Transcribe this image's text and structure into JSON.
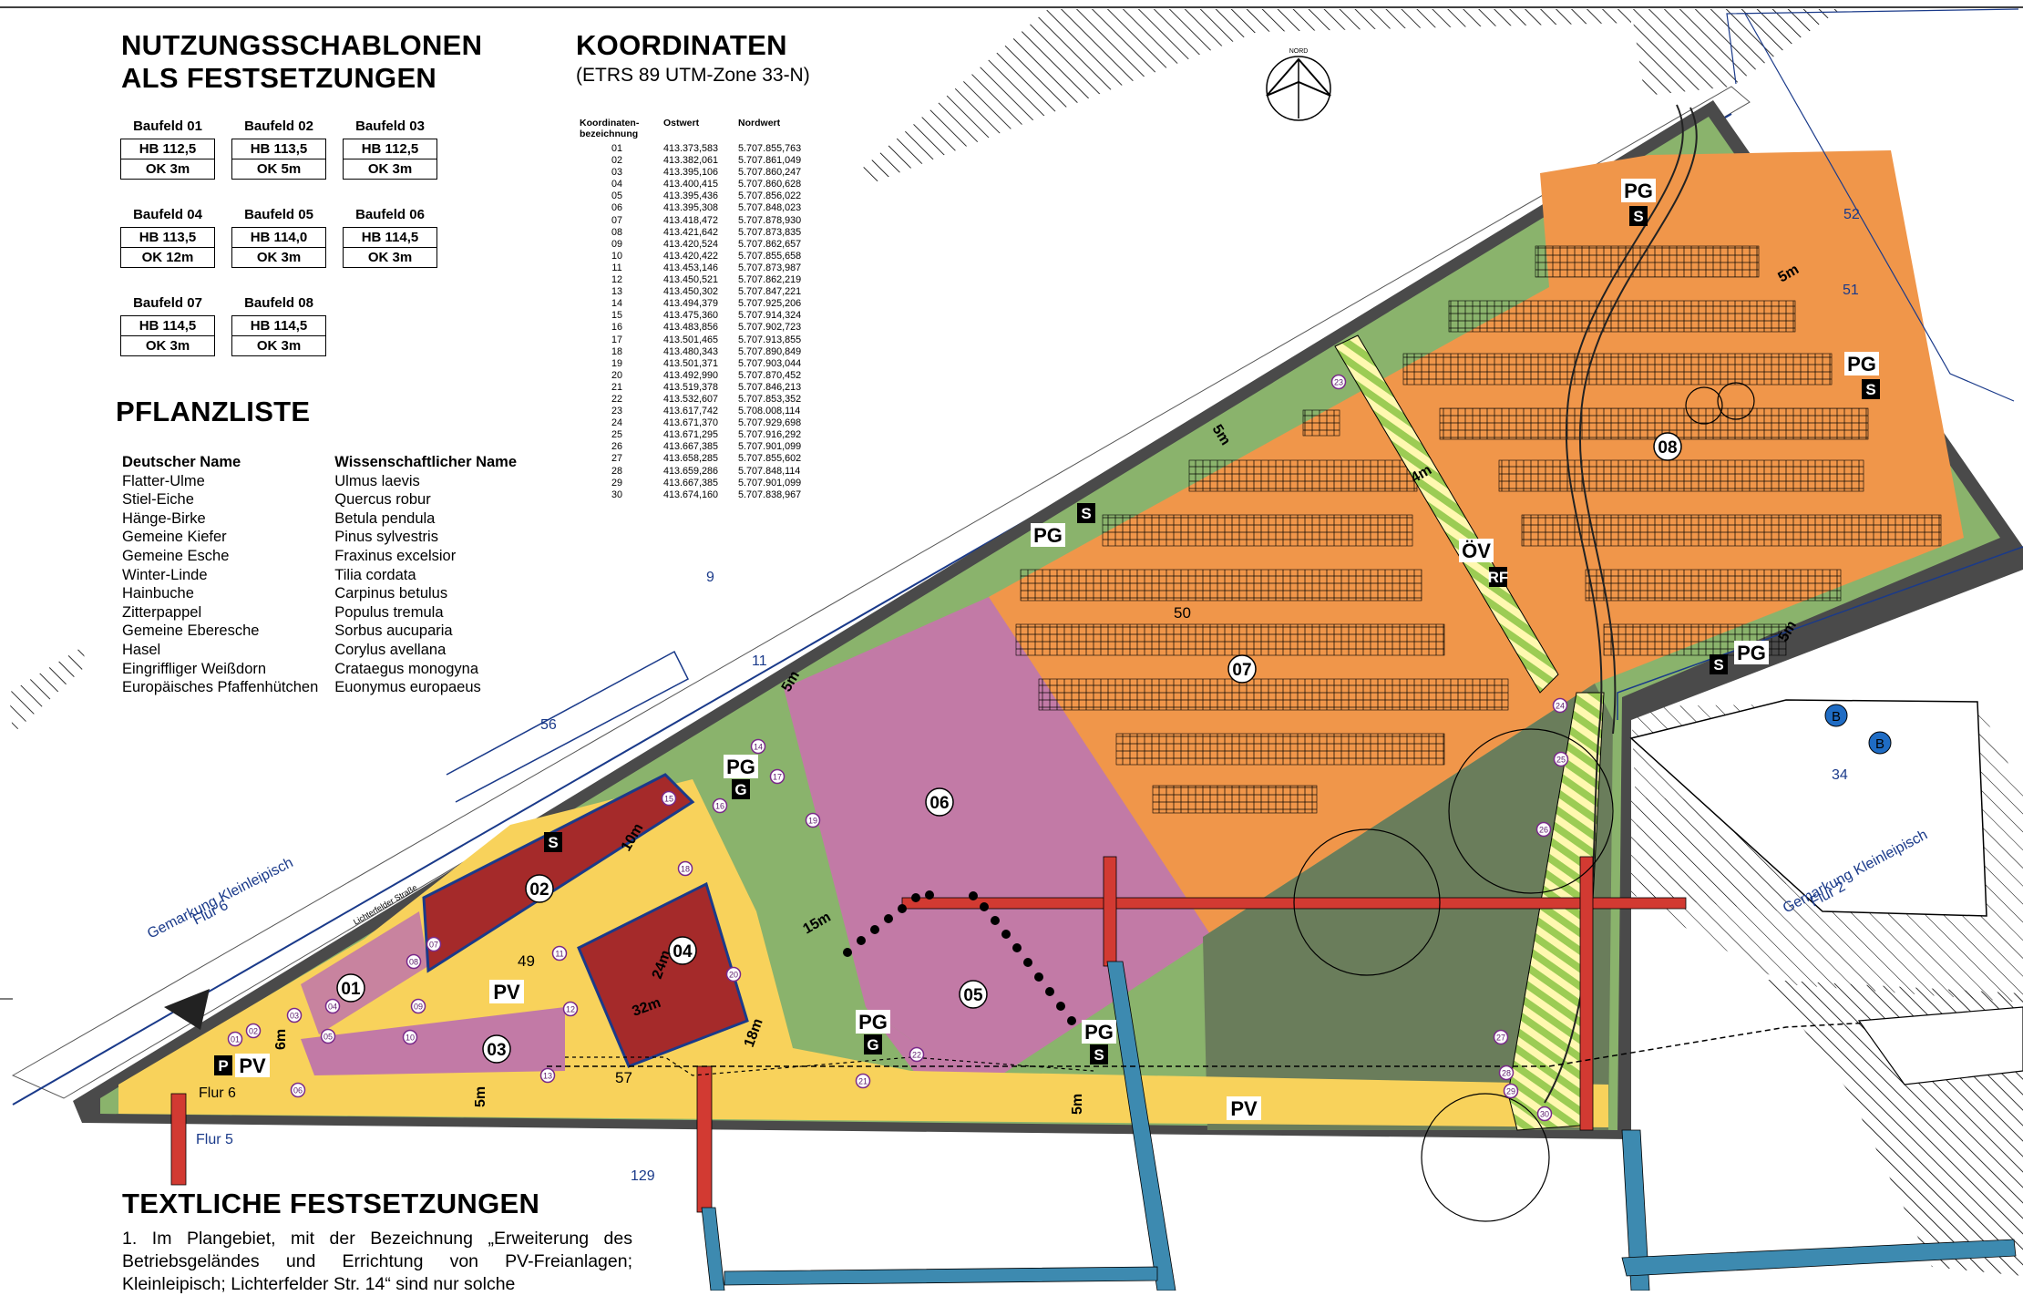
{
  "headings": {
    "nutzung_line1": "NUTZUNGSSCHABLONEN",
    "nutzung_line2": "ALS FESTSETZUNGEN",
    "koordinaten": "KOORDINATEN",
    "koordinaten_sub": "(ETRS 89 UTM-Zone 33-N)",
    "pflanzliste": "PFLANZLISTE",
    "textliche": "TEXTLICHE FESTSETZUNGEN"
  },
  "baufelder": [
    {
      "title": "Baufeld 01",
      "hb": "HB 112,5",
      "ok": "OK 3m"
    },
    {
      "title": "Baufeld 02",
      "hb": "HB 113,5",
      "ok": "OK 5m"
    },
    {
      "title": "Baufeld 03",
      "hb": "HB 112,5",
      "ok": "OK 3m"
    },
    {
      "title": "Baufeld 04",
      "hb": "HB 113,5",
      "ok": "OK 12m"
    },
    {
      "title": "Baufeld 05",
      "hb": "HB 114,0",
      "ok": "OK 3m"
    },
    {
      "title": "Baufeld 06",
      "hb": "HB 114,5",
      "ok": "OK 3m"
    },
    {
      "title": "Baufeld 07",
      "hb": "HB 114,5",
      "ok": "OK 3m"
    },
    {
      "title": "Baufeld 08",
      "hb": "HB 114,5",
      "ok": "OK 3m"
    }
  ],
  "koordinaten": {
    "headers": [
      "Koordinaten-\nbezeichnung",
      "Ostwert",
      "Nordwert"
    ],
    "rows": [
      [
        "01",
        "413.373,583",
        "5.707.855,763"
      ],
      [
        "02",
        "413.382,061",
        "5.707.861,049"
      ],
      [
        "03",
        "413.395,106",
        "5.707.860,247"
      ],
      [
        "04",
        "413.400,415",
        "5.707.860,628"
      ],
      [
        "05",
        "413.395,436",
        "5.707.856,022"
      ],
      [
        "06",
        "413.395,308",
        "5.707.848,023"
      ],
      [
        "07",
        "413.418,472",
        "5.707.878,930"
      ],
      [
        "08",
        "413.421,642",
        "5.707.873,835"
      ],
      [
        "09",
        "413.420,524",
        "5.707.862,657"
      ],
      [
        "10",
        "413.420,422",
        "5.707.855,658"
      ],
      [
        "11",
        "413.453,146",
        "5.707.873,987"
      ],
      [
        "12",
        "413.450,521",
        "5.707.862,219"
      ],
      [
        "13",
        "413.450,302",
        "5.707.847,221"
      ],
      [
        "14",
        "413.494,379",
        "5.707.925,206"
      ],
      [
        "15",
        "413.475,360",
        "5.707.914,324"
      ],
      [
        "16",
        "413.483,856",
        "5.707.902,723"
      ],
      [
        "17",
        "413.501,465",
        "5.707.913,855"
      ],
      [
        "18",
        "413.480,343",
        "5.707.890,849"
      ],
      [
        "19",
        "413.501,371",
        "5.707.903,044"
      ],
      [
        "20",
        "413.492,990",
        "5.707.870,452"
      ],
      [
        "21",
        "413.519,378",
        "5.707.846,213"
      ],
      [
        "22",
        "413.532,607",
        "5.707.853,352"
      ],
      [
        "23",
        "413.617,742",
        "5.708.008,114"
      ],
      [
        "24",
        "413.671,370",
        "5.707.929,698"
      ],
      [
        "25",
        "413.671,295",
        "5.707.916,292"
      ],
      [
        "26",
        "413.667,385",
        "5.707.901,099"
      ],
      [
        "27",
        "413.658,285",
        "5.707.855,602"
      ],
      [
        "28",
        "413.659,286",
        "5.707.848,114"
      ],
      [
        "29",
        "413.667,385",
        "5.707.901,099"
      ],
      [
        "30",
        "413.674,160",
        "5.707.838,967"
      ]
    ]
  },
  "pflanzliste": {
    "header_de": "Deutscher Name",
    "header_lat": "Wissenschaftlicher Name",
    "rows": [
      [
        "Flatter-Ulme",
        "Ulmus laevis"
      ],
      [
        "Stiel-Eiche",
        "Quercus robur"
      ],
      [
        "Hänge-Birke",
        "Betula pendula"
      ],
      [
        "Gemeine Kiefer",
        "Pinus sylvestris"
      ],
      [
        "Gemeine Esche",
        "Fraxinus excelsior"
      ],
      [
        "Winter-Linde",
        "Tilia cordata"
      ],
      [
        "Hainbuche",
        "Carpinus betulus"
      ],
      [
        "Zitterpappel",
        "Populus tremula"
      ],
      [
        "Gemeine Eberesche",
        "Sorbus aucuparia"
      ],
      [
        "Hasel",
        "Corylus avellana"
      ],
      [
        "Eingriffliger Weißdorn",
        "Crataegus monogyna"
      ],
      [
        "Europäisches Pfaffenhütchen",
        "Euonymus europaeus"
      ]
    ]
  },
  "textliche_para": "1.  Im Plangebiet, mit der Bezeichnung „Erweiterung des Betriebsgeländes und Errichtung von PV-Freianlagen; Kleinleipisch; Lichterfelder Str. 14“ sind nur solche",
  "map_labels": {
    "north": "NORD",
    "gemarkung_left_1": "Gemarkung Kleinleipisch",
    "gemarkung_left_2": "Flur 6",
    "gemarkung_right_1": "Gemarkung Kleinleipisch",
    "gemarkung_right_2": "Flur 2",
    "flur6": "Flur 6",
    "flur5": "Flur 5",
    "street": "Lichterfelder Straße",
    "parcels": [
      "9",
      "11",
      "50",
      "56",
      "49",
      "57",
      "129",
      "34",
      "51",
      "52"
    ],
    "fields": [
      "01",
      "02",
      "03",
      "04",
      "05",
      "06",
      "07",
      "08"
    ],
    "codes": {
      "pg": "PG",
      "s": "S",
      "g": "G",
      "ov": "ÖV",
      "rf": "RF",
      "pv": "PV",
      "p": "P",
      "b": "B"
    },
    "dims": [
      "5m",
      "5m",
      "5m",
      "4m",
      "10m",
      "15m",
      "24m",
      "32m",
      "18m",
      "5m",
      "6m",
      "5m",
      "5m"
    ]
  },
  "colors": {
    "orange": "#f0964a",
    "purple": "#c27aa6",
    "green": "#8ab36c",
    "yellow": "#f8d25b",
    "red": "#a52a2a",
    "darkgreen": "#6a7d5b",
    "blue": "#3d8ab0",
    "navy": "#1a3a8a"
  }
}
